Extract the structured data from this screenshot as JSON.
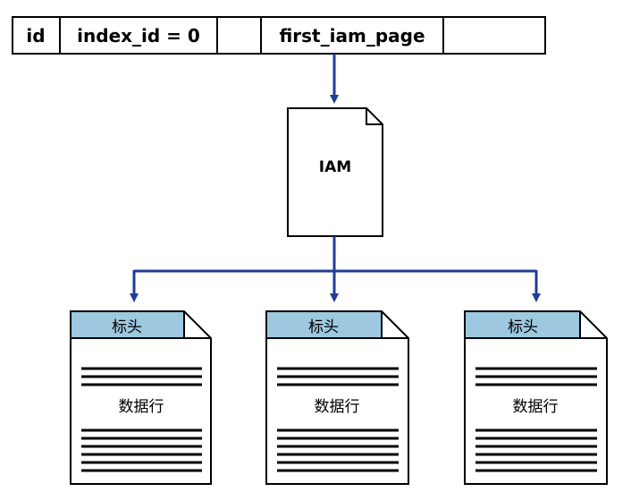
{
  "table_row": {
    "cells": [
      "id",
      "index_id = 0",
      "",
      "first_iam_page",
      ""
    ]
  },
  "iam_page": {
    "label": "IAM"
  },
  "data_pages": [
    {
      "header": "标头",
      "body": "数据行"
    },
    {
      "header": "标头",
      "body": "数据行"
    },
    {
      "header": "标头",
      "body": "数据行"
    }
  ],
  "colors": {
    "arrow": "#1f3c99",
    "header_fill": "#9dc8e0",
    "outline": "#000000"
  }
}
